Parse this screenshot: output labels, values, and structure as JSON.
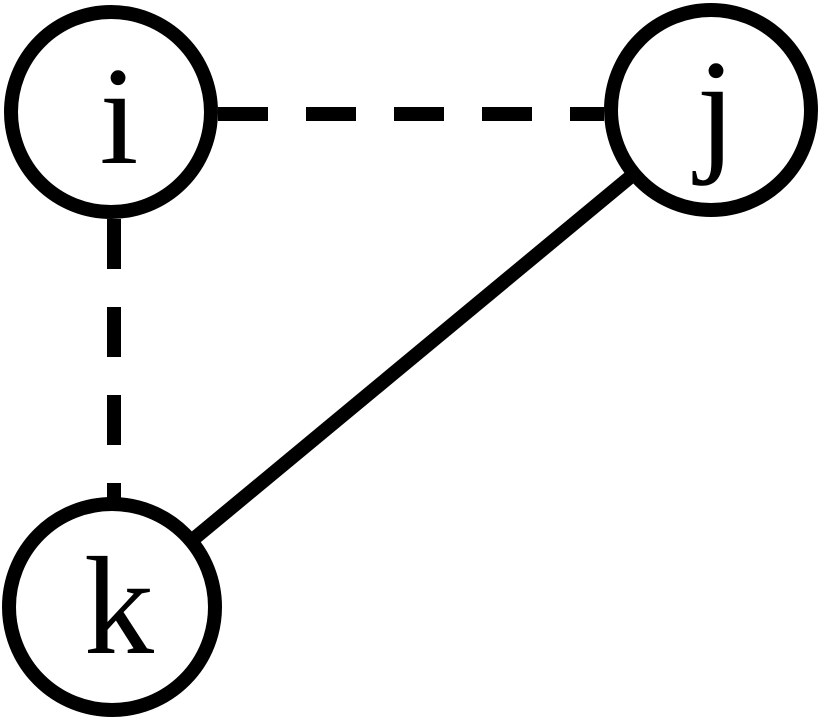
{
  "diagram": {
    "type": "graph",
    "background_color": "#ffffff",
    "stroke_color": "#000000",
    "nodes": [
      {
        "id": "i",
        "label": "i",
        "position": "top-left"
      },
      {
        "id": "j",
        "label": "j",
        "position": "top-right"
      },
      {
        "id": "k",
        "label": "k",
        "position": "bottom-left"
      }
    ],
    "edges": [
      {
        "from": "i",
        "to": "j",
        "style": "dashed"
      },
      {
        "from": "i",
        "to": "k",
        "style": "dashed"
      },
      {
        "from": "j",
        "to": "k",
        "style": "solid"
      }
    ]
  }
}
